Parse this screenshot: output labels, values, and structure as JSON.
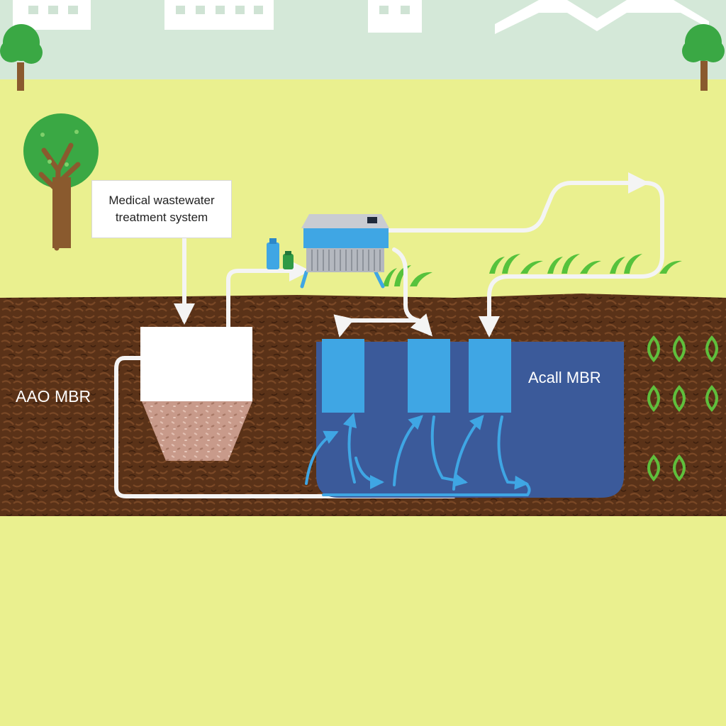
{
  "diagram": {
    "callout": {
      "line1": "Medical wastewater",
      "line2": "treatment system"
    },
    "left_tank_label": "AAO MBR",
    "right_tank_label": "Acall MBR"
  },
  "colors": {
    "sky": "#d4e8d8",
    "ground": "#eaf08f",
    "soil": "#5a3218",
    "tank_blue": "#3b5a9a",
    "module_blue": "#3fa6e4",
    "pipe": "#f4f4f4",
    "tree_green": "#3aa844",
    "trunk": "#8a5a2e",
    "sludge": "#c89a8a"
  },
  "icons": [
    "tree-icon",
    "blower-unit-icon",
    "chemical-bottle-icon",
    "grass-icon",
    "seedling-icon"
  ]
}
